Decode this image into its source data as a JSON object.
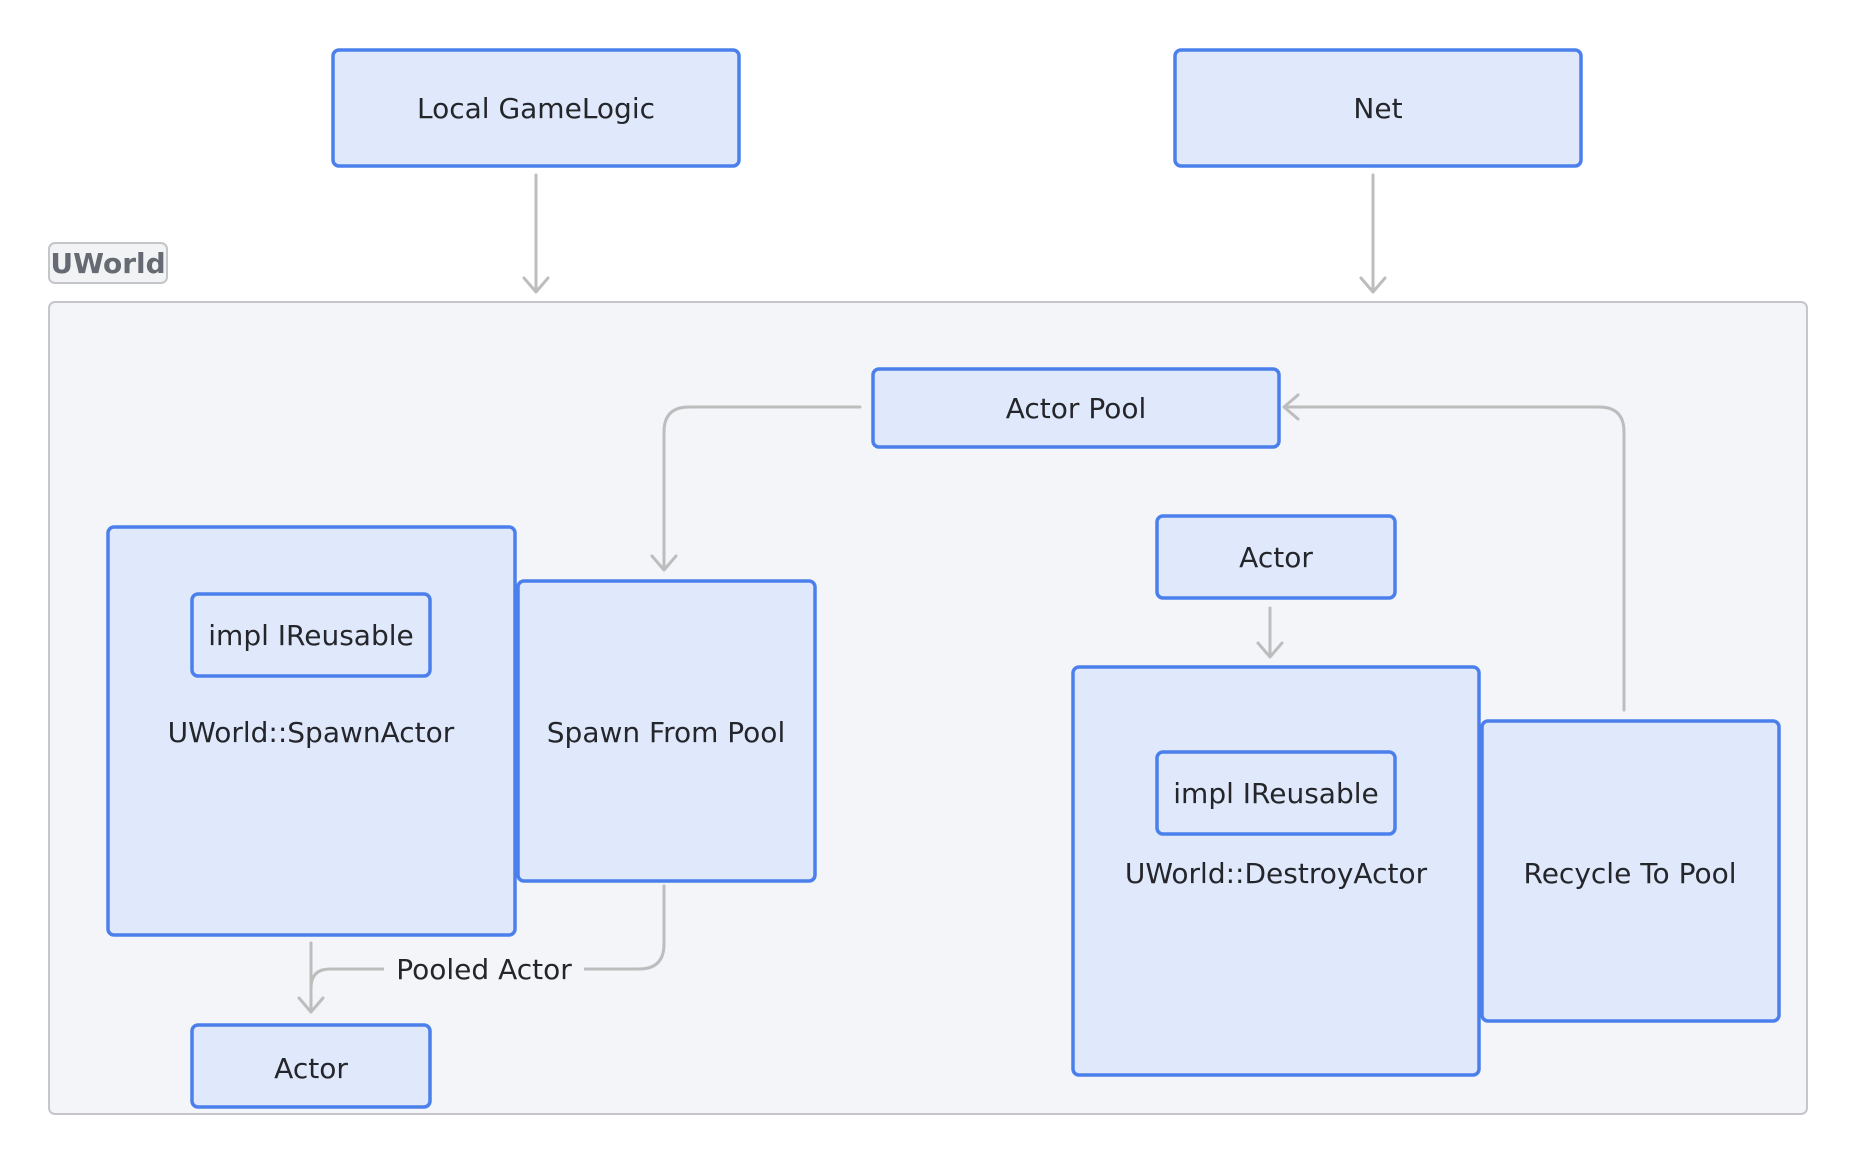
{
  "group": {
    "label": "UWorld"
  },
  "nodes": {
    "local_gamelogic": "Local GameLogic",
    "net": "Net",
    "actor_pool": "Actor Pool",
    "spawn_actor": "UWorld::SpawnActor",
    "spawn_impl": "impl IReusable",
    "spawn_from_pool": "Spawn From Pool",
    "actor_top": "Actor",
    "destroy_actor": "UWorld::DestroyActor",
    "destroy_impl": "impl IReusable",
    "recycle_to_pool": "Recycle To Pool",
    "actor_bottom": "Actor"
  },
  "edges": {
    "pooled_actor_label": "Pooled Actor"
  },
  "colors": {
    "node_fill": "#e0e9fb",
    "node_stroke": "#4b80ec",
    "group_fill": "#f3f5f8",
    "edge": "#bdbdbd",
    "text": "#25262b"
  }
}
